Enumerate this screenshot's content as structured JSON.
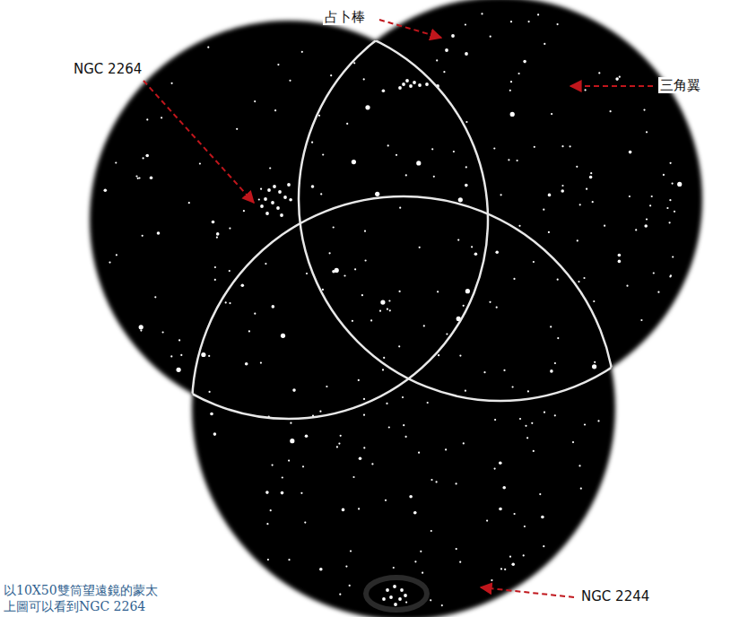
{
  "diagram": {
    "labels": [
      "占卜棒",
      "三角翼",
      "NGC 2264",
      "NGC 2244",
      "以10X50雙筒望遠鏡的蒙太",
      "上圖可以看到NGC 2264"
    ]
  }
}
